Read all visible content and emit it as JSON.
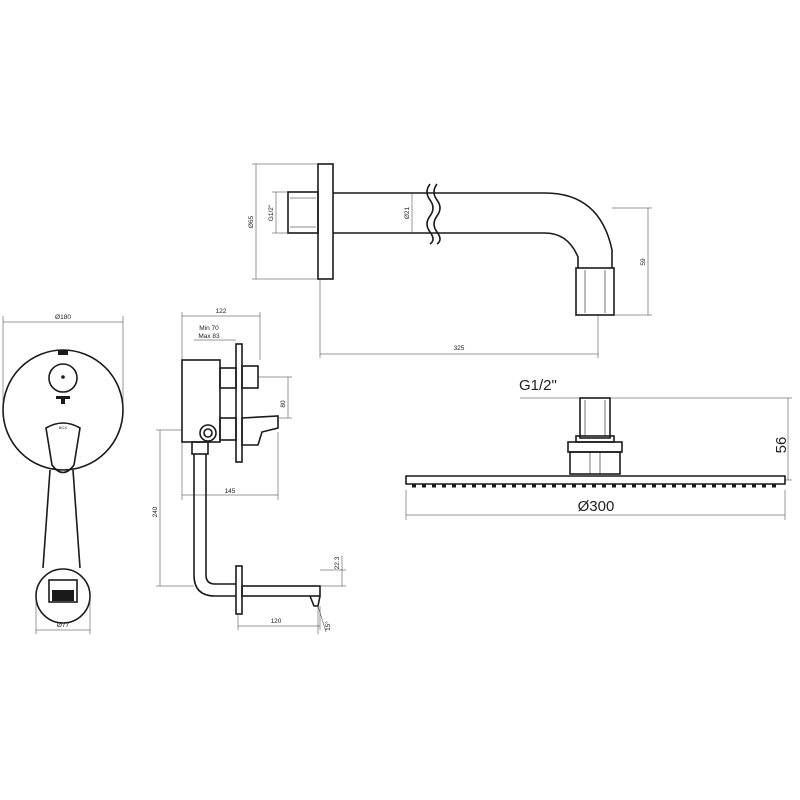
{
  "dimensions": {
    "plate_diameter": "Ø180",
    "spout_plate_diameter": "Ø77",
    "body_depth": "122",
    "depth_min": "Min 70",
    "depth_max": "Max 83",
    "handle_height": "80",
    "handle_projection": "145",
    "riser_length": "240",
    "spout_plate_gap": "22.3",
    "spout_length": "120",
    "arm_thread": "G1/2\"",
    "arm_flange_diameter": "Ø65",
    "arm_tube_diameter": "Ø21",
    "arm_drop": "59",
    "arm_length": "325",
    "head_thread": "G1/2\"",
    "head_height": "56",
    "head_diameter": "Ø300"
  },
  "markings": {
    "spout_outlet_angle": "15°"
  }
}
